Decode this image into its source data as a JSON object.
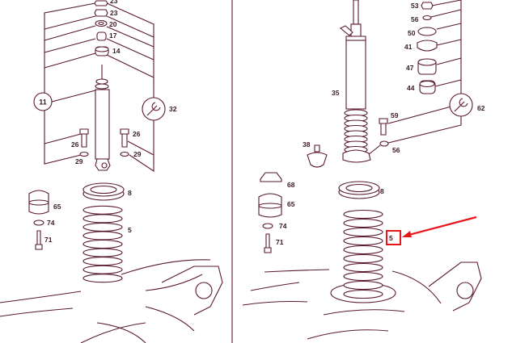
{
  "diagram": {
    "left_panel": {
      "callouts": {
        "kit": "11",
        "tool": "32"
      },
      "labels": {
        "nut_top": "23",
        "nut": "23",
        "washer_20": "20",
        "bushing_17": "17",
        "bushing_14": "14",
        "bolt_left": "26",
        "bolt_right": "26",
        "washer_left": "29",
        "washer_right": "29",
        "spring_seat": "8",
        "bump_stop": "65",
        "washer_74": "74",
        "bolt_71": "71",
        "spring": "5"
      }
    },
    "right_panel": {
      "callouts": {
        "tool": "62"
      },
      "labels": {
        "nut_53": "53",
        "washer_56_top": "56",
        "washer_50": "50",
        "mount_41": "41",
        "bushing_47": "47",
        "bushing_44": "44",
        "shock_absorber": "35",
        "bolt_59": "59",
        "washer_56": "56",
        "ball_joint": "38",
        "stop_68": "68",
        "bump_stop": "65",
        "washer_74": "74",
        "bolt_71": "71",
        "spring_seat": "8",
        "spring": "5"
      }
    },
    "highlight": {
      "label": "5",
      "color": "#e8151b"
    },
    "line_color": "#5a1a2e"
  }
}
